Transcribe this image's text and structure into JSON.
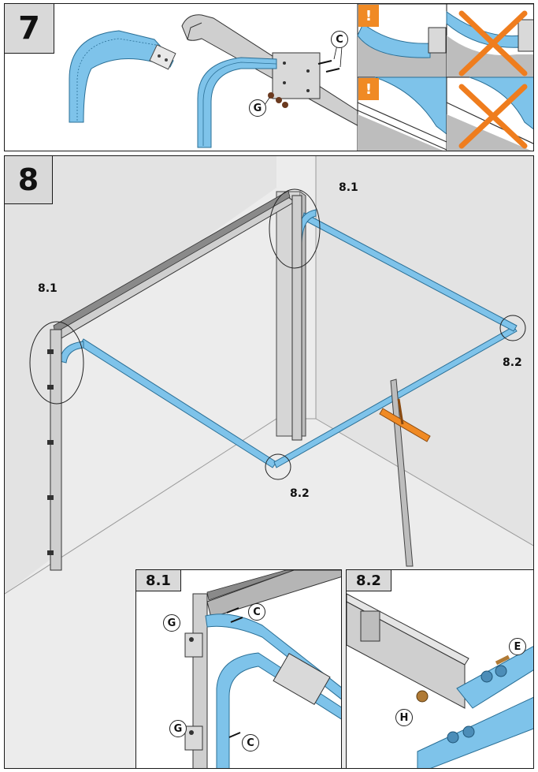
{
  "step7": {
    "number": "7",
    "labels": {
      "screw": "C",
      "nut": "G"
    },
    "warning_mark": "!",
    "colors": {
      "rail_blue": "#7ec3ea",
      "rail_outline": "#2a6f96",
      "gray": "#c8c8c8",
      "warn": "#f08a24",
      "cross": "#ef7d1e"
    }
  },
  "step8": {
    "number": "8",
    "callouts": {
      "left_top": "8.1",
      "right_top": "8.1",
      "right_end": "8.2",
      "bottom_mid": "8.2"
    }
  },
  "detail81": {
    "title": "8.1",
    "labels": {
      "g1": "G",
      "c1": "C",
      "g2": "G",
      "c2": "C"
    }
  },
  "detail82": {
    "title": "8.2",
    "labels": {
      "e": "E",
      "h": "H"
    }
  }
}
